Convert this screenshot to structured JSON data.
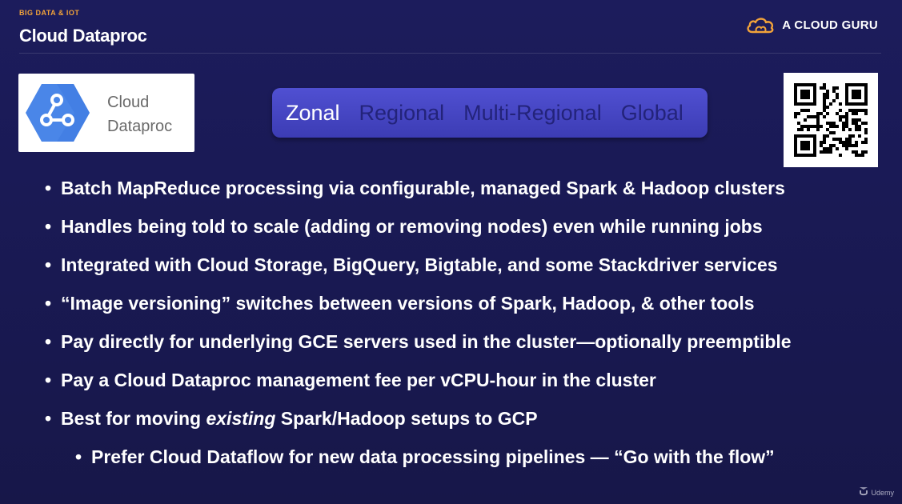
{
  "header": {
    "eyebrow": "BIG DATA & IOT",
    "title": "Cloud Dataproc",
    "brand": "A CLOUD GURU"
  },
  "product": {
    "line1": "Cloud",
    "line2": "Dataproc",
    "icon": "dataproc-hexagon-icon"
  },
  "scope_bar": {
    "items": [
      "Zonal",
      "Regional",
      "Multi-Regional",
      "Global"
    ],
    "active": "Zonal"
  },
  "bullets": [
    {
      "text": "Batch MapReduce processing via configurable, managed Spark & Hadoop clusters"
    },
    {
      "text": "Handles being told to scale (adding or removing nodes) even while running jobs"
    },
    {
      "text": "Integrated with Cloud Storage, BigQuery, Bigtable, and some Stackdriver services"
    },
    {
      "text": "“Image versioning” switches between versions of Spark, Hadoop, & other tools"
    },
    {
      "text": "Pay directly for underlying GCE servers used in the cluster—optionally preemptible"
    },
    {
      "text": "Pay a Cloud Dataproc management fee per vCPU-hour in the cluster"
    },
    {
      "before": "Best for moving ",
      "emph": "existing",
      "after": " Spark/Hadoop setups to GCP"
    },
    {
      "text": "Prefer Cloud Dataflow for new data processing pipelines — “Go with the flow”"
    }
  ],
  "bullet_glyph": "•",
  "watermark": "Udemy",
  "colors": {
    "accent": "#f2a33a",
    "scope_active": "#ffffff",
    "scope_inactive": "#23237a",
    "product_icon": "#4a86e8"
  }
}
